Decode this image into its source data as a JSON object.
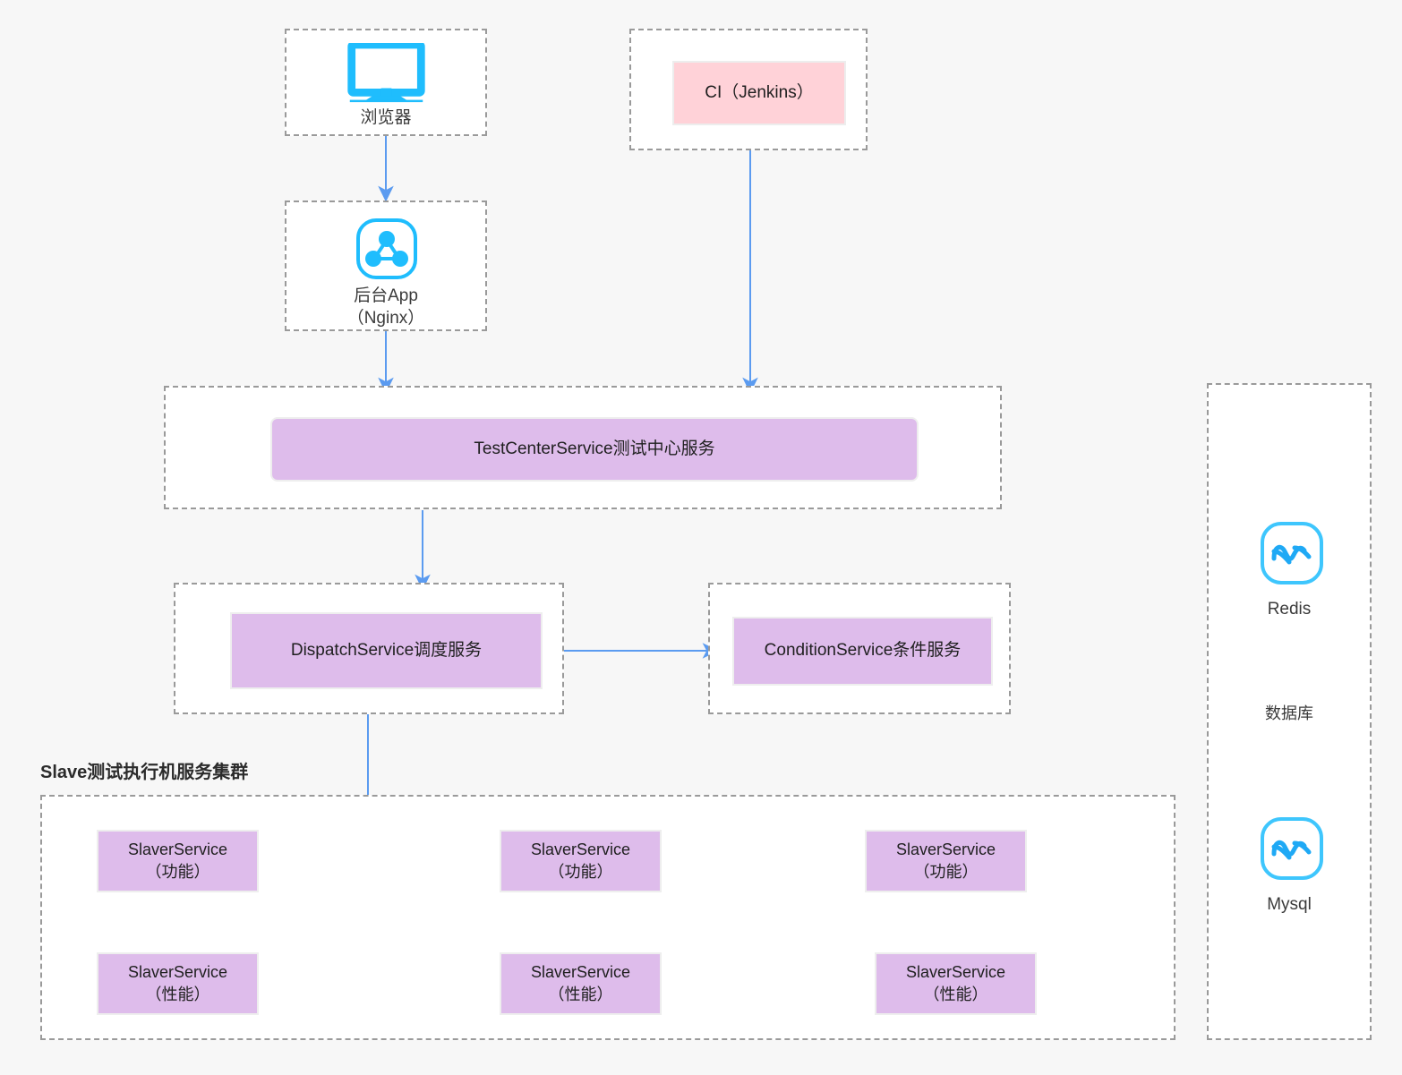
{
  "diagram": {
    "title_text": "Slave测试执行机服务集群",
    "colors": {
      "background": "#f7f7f7",
      "panel_fill": "#ffffff",
      "dash_border": "#9a9a9a",
      "service_fill": "#debceb",
      "ci_fill": "#ffd2d8",
      "arrow": "#5b9bf0",
      "icon_blue": "#1fbdfd",
      "text": "#1f1f1f"
    },
    "groups": {
      "browser_group": {
        "name": "browser-group"
      },
      "ci_group": {
        "name": "ci-group"
      },
      "nginx_group": {
        "name": "nginx-group"
      },
      "testcenter_group": {
        "name": "testcenter-group"
      },
      "dispatch_group": {
        "name": "dispatch-group"
      },
      "condition_group": {
        "name": "condition-group"
      },
      "slave_group": {
        "name": "slave-cluster-group"
      },
      "database_group": {
        "name": "database-group"
      }
    },
    "nodes": {
      "browser": {
        "icon": "monitor-icon",
        "label": "浏览器"
      },
      "ci": {
        "label": "CI（Jenkins）"
      },
      "nginx": {
        "icon": "share-network-icon",
        "label": "后台App\n（Nginx）"
      },
      "test_center": {
        "label": "TestCenterService测试中心服务"
      },
      "dispatch": {
        "label": "DispatchService调度服务"
      },
      "condition": {
        "label": "ConditionService条件服务"
      }
    },
    "slaves": [
      {
        "label": "SlaverService\n（功能）"
      },
      {
        "label": "SlaverService\n（功能）"
      },
      {
        "label": "SlaverService\n（功能）"
      },
      {
        "label": "SlaverService\n（性能）"
      },
      {
        "label": "SlaverService\n（性能）"
      },
      {
        "label": "SlaverService\n（性能）"
      }
    ],
    "database": {
      "redis": {
        "icon": "database-wave-icon",
        "label": "Redis"
      },
      "middle_label": "数据库",
      "mysql": {
        "icon": "database-wave-icon",
        "label": "Mysql"
      }
    },
    "connections": [
      {
        "name": "browser-to-nginx",
        "from": "browser",
        "to": "nginx"
      },
      {
        "name": "ci-to-testcenter",
        "from": "ci",
        "to": "test_center"
      },
      {
        "name": "nginx-to-testcenter",
        "from": "nginx",
        "to": "test_center"
      },
      {
        "name": "testcenter-to-dispatch",
        "from": "test_center",
        "to": "dispatch"
      },
      {
        "name": "dispatch-to-condition",
        "from": "dispatch",
        "to": "condition"
      },
      {
        "name": "dispatch-to-slaves",
        "from": "dispatch",
        "to": "slave_group"
      }
    ]
  }
}
